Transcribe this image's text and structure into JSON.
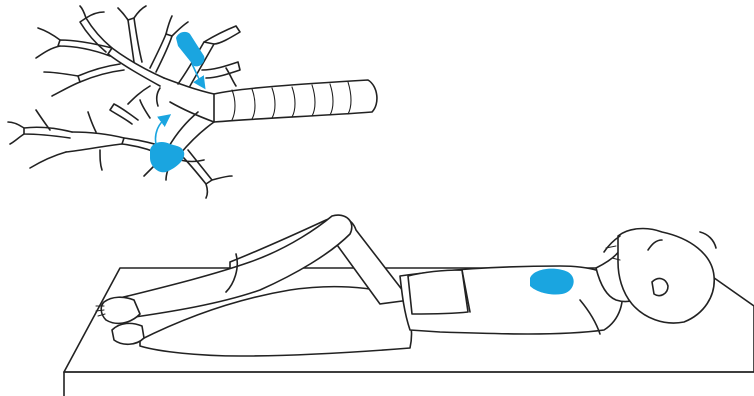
{
  "figure": {
    "accent_color": "#1aa5e0",
    "ink_color": "#222222",
    "background_color": "#ffffff",
    "panels": [
      {
        "id": "bronchial-tree",
        "icon": "bronchial-tree-icon"
      },
      {
        "id": "patient",
        "icon": "supine-patient-icon"
      }
    ],
    "highlights": [
      {
        "id": "upper-bronchus-segment",
        "color": "#1aa5e0"
      },
      {
        "id": "lower-bronchus-segment",
        "color": "#1aa5e0"
      },
      {
        "id": "chest-area-marker",
        "color": "#1aa5e0"
      }
    ],
    "arrows": [
      {
        "id": "upper-arrow",
        "direction": "down"
      },
      {
        "id": "lower-arrow",
        "direction": "up"
      }
    ]
  }
}
